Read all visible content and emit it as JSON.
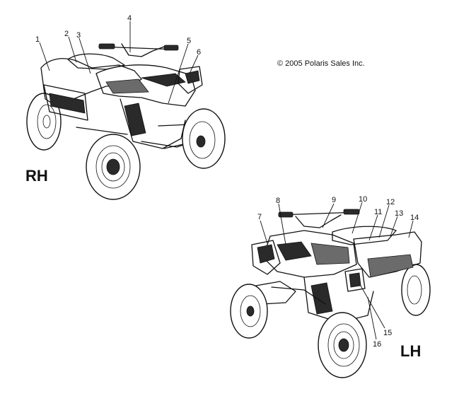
{
  "copyright": "© 2005 Polaris Sales Inc.",
  "views": [
    {
      "label": "RH",
      "callouts": [
        "1",
        "2",
        "3",
        "4",
        "5",
        "6"
      ]
    },
    {
      "label": "LH",
      "callouts": [
        "7",
        "8",
        "9",
        "10",
        "11",
        "12",
        "13",
        "14",
        "15",
        "16"
      ]
    }
  ]
}
